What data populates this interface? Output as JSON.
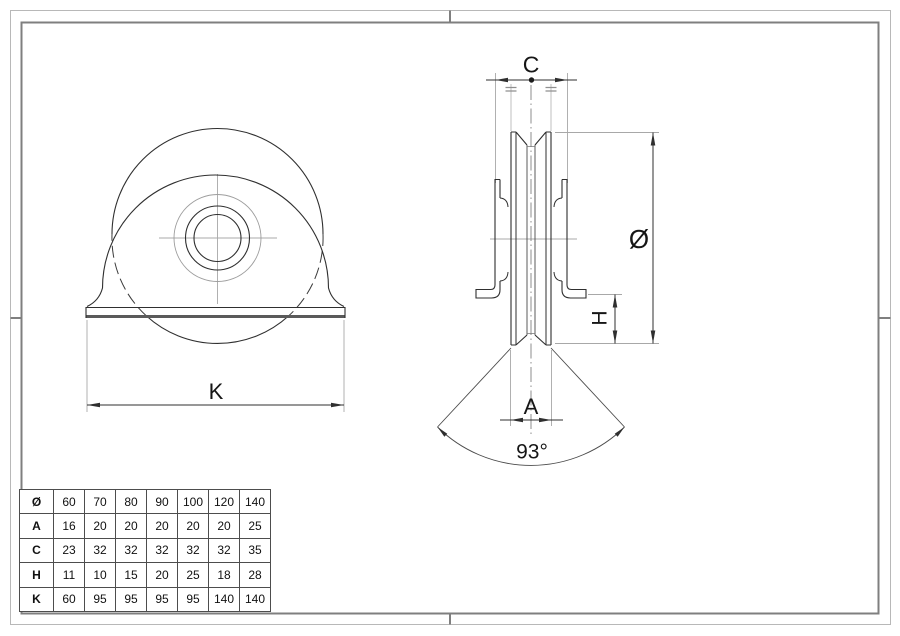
{
  "drawing": {
    "dim_labels": {
      "c": "C",
      "diameter": "Ø",
      "h": "H",
      "a": "A",
      "angle": "93°",
      "k": "K"
    }
  },
  "table": {
    "rows": [
      {
        "label": "Ø",
        "values": [
          "60",
          "70",
          "80",
          "90",
          "100",
          "120",
          "140"
        ]
      },
      {
        "label": "A",
        "values": [
          "16",
          "20",
          "20",
          "20",
          "20",
          "20",
          "25"
        ]
      },
      {
        "label": "C",
        "values": [
          "23",
          "32",
          "32",
          "32",
          "32",
          "32",
          "35"
        ]
      },
      {
        "label": "H",
        "values": [
          "11",
          "10",
          "15",
          "20",
          "25",
          "18",
          "28"
        ]
      },
      {
        "label": "K",
        "values": [
          "60",
          "95",
          "95",
          "95",
          "95",
          "140",
          "140"
        ]
      }
    ]
  },
  "colors": {
    "background": "#ffffff",
    "line_dark": "#2f2f2f",
    "line_light": "#a8a8a8",
    "frame_outer": "#b8b8b8",
    "frame_inner": "#7f7f7f",
    "text": "#161616"
  }
}
